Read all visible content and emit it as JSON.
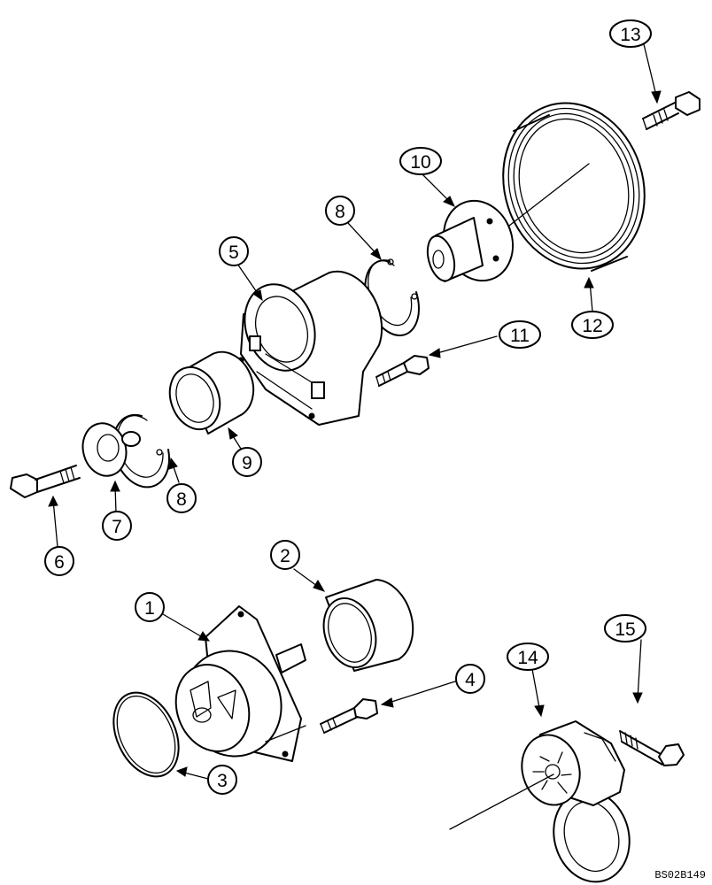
{
  "callouts": [
    {
      "id": "1",
      "text": "1"
    },
    {
      "id": "2",
      "text": "2"
    },
    {
      "id": "3",
      "text": "3"
    },
    {
      "id": "4",
      "text": "4"
    },
    {
      "id": "5",
      "text": "5"
    },
    {
      "id": "6",
      "text": "6"
    },
    {
      "id": "7",
      "text": "7"
    },
    {
      "id": "8a",
      "text": "8"
    },
    {
      "id": "8b",
      "text": "8"
    },
    {
      "id": "9",
      "text": "9"
    },
    {
      "id": "10",
      "text": "10"
    },
    {
      "id": "11",
      "text": "11"
    },
    {
      "id": "12",
      "text": "12"
    },
    {
      "id": "13",
      "text": "13"
    },
    {
      "id": "14",
      "text": "14"
    },
    {
      "id": "15",
      "text": "15"
    }
  ],
  "reference_code": "BS02B149"
}
